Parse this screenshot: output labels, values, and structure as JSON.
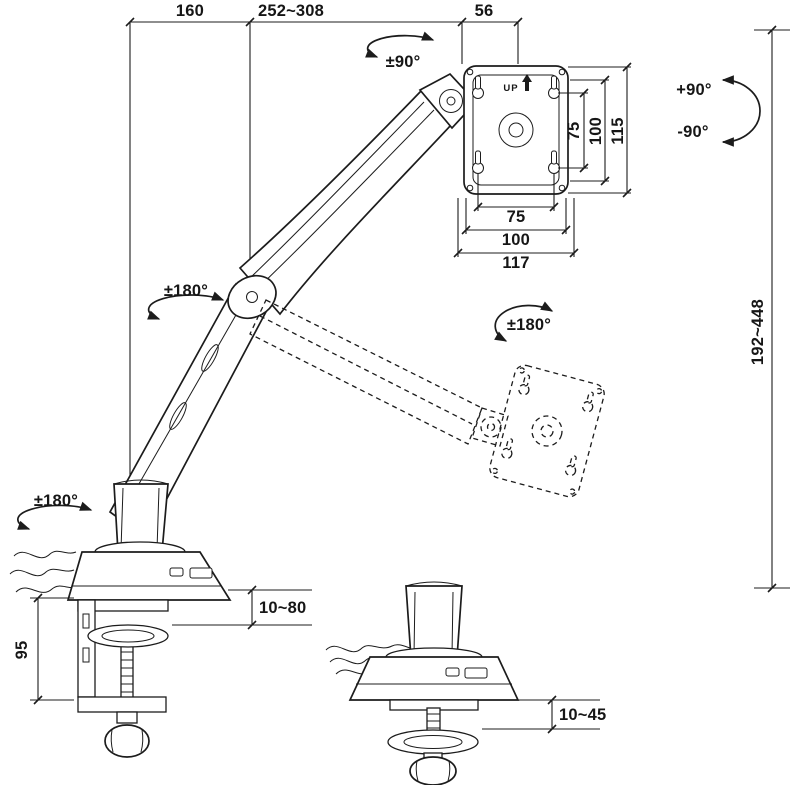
{
  "dimensions": {
    "arm_base_offset": "160",
    "arm_reach_range": "252~308",
    "head_offset": "56",
    "vesa_vertical_75": "75",
    "vesa_vertical_100": "100",
    "vesa_plate_height": "115",
    "vesa_horizontal_75": "75",
    "vesa_horizontal_100": "100",
    "vesa_plate_width": "117",
    "height_adjustment_range": "192~448",
    "clamp_bracket_height": "95",
    "clamp_desk_thickness_range": "10~80",
    "grommet_desk_thickness_range": "10~45"
  },
  "rotations": {
    "head_swivel": "±90°",
    "tilt_up": "+90°",
    "tilt_down": "-90°",
    "elbow_rotation": "±180°",
    "vesa_rotation": "±180°",
    "base_rotation": "±180°"
  },
  "labels": {
    "vesa_up": "UP"
  }
}
